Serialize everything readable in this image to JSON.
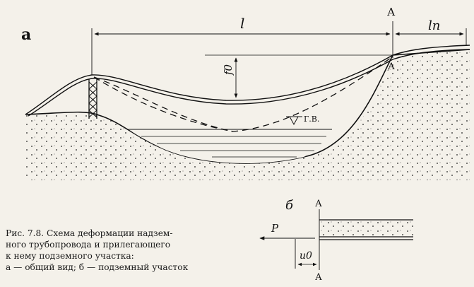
{
  "labels": {
    "panel_a": "а",
    "length": "l",
    "length_p": "lп",
    "point_A": "А",
    "sag": "f0",
    "water_level": "Г.В.",
    "panel_b": "б",
    "force": "P",
    "displacement": "u0"
  },
  "caption": {
    "line1": "Рис. 7.8. Схема деформации надзем-",
    "line2": "ного трубопровода и прилегающего",
    "line3": "к нему подземного участка:",
    "line4": "а — общий вид; б — подземный участок"
  },
  "colors": {
    "ink": "#111111",
    "paper": "#f4f1ea"
  }
}
